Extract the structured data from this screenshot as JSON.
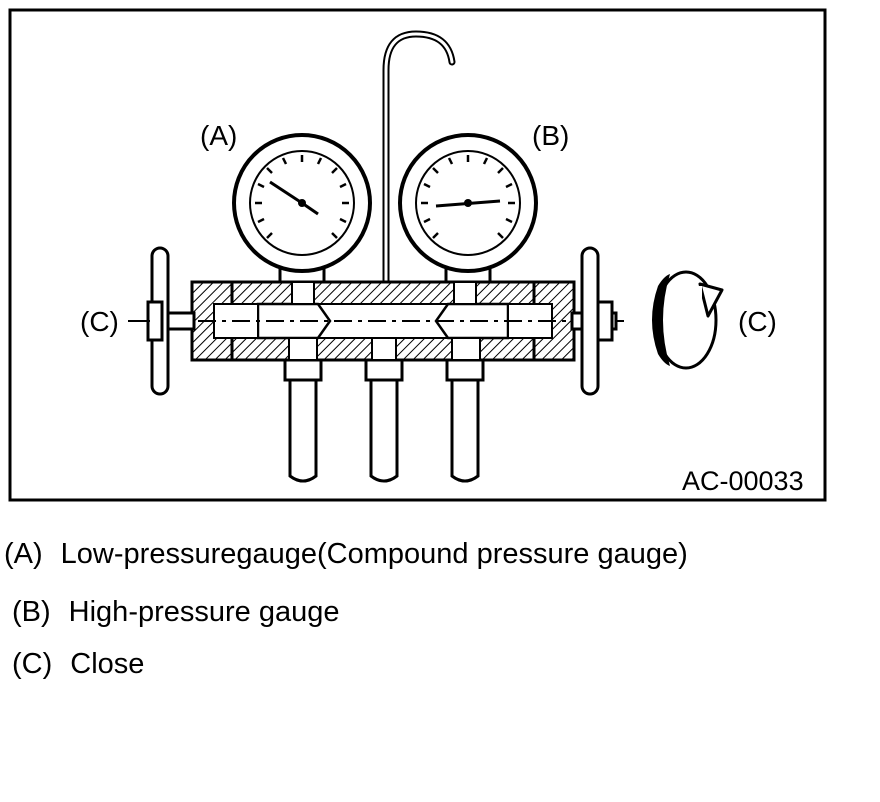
{
  "figure": {
    "code": "AC-00033",
    "labels": {
      "a": "(A)",
      "b": "(B)",
      "c_left": "(C)",
      "c_right": "(C)"
    }
  },
  "legend": [
    {
      "key": "(A)",
      "text": "Low-pressuregauge(Compound pressure gauge)"
    },
    {
      "key": "(B)",
      "text": "High-pressure gauge"
    },
    {
      "key": "(C)",
      "text": "Close"
    }
  ]
}
